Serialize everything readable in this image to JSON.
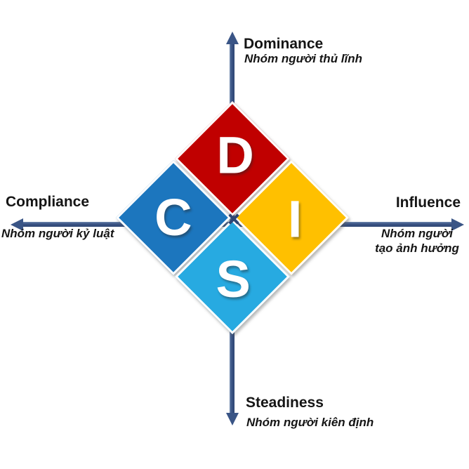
{
  "axes": {
    "color": "#2E4674",
    "top": {
      "label": "Dominance",
      "subtitle": "Nhóm người thủ lĩnh"
    },
    "right": {
      "label": "Influence",
      "subtitle_line1": "Nhóm người",
      "subtitle_line2": "tạo ảnh hưởng"
    },
    "bottom": {
      "label": "Steadiness",
      "subtitle": "Nhóm người kiên định"
    },
    "left": {
      "label": "Compliance",
      "subtitle": "Nhóm người kỷ luật"
    }
  },
  "quadrants": {
    "d": {
      "letter": "D",
      "color": "#C00000"
    },
    "i": {
      "letter": "I",
      "color": "#FFC000"
    },
    "s": {
      "letter": "S",
      "color": "#27AAE1"
    },
    "c": {
      "letter": "C",
      "color": "#1C76BE"
    }
  }
}
